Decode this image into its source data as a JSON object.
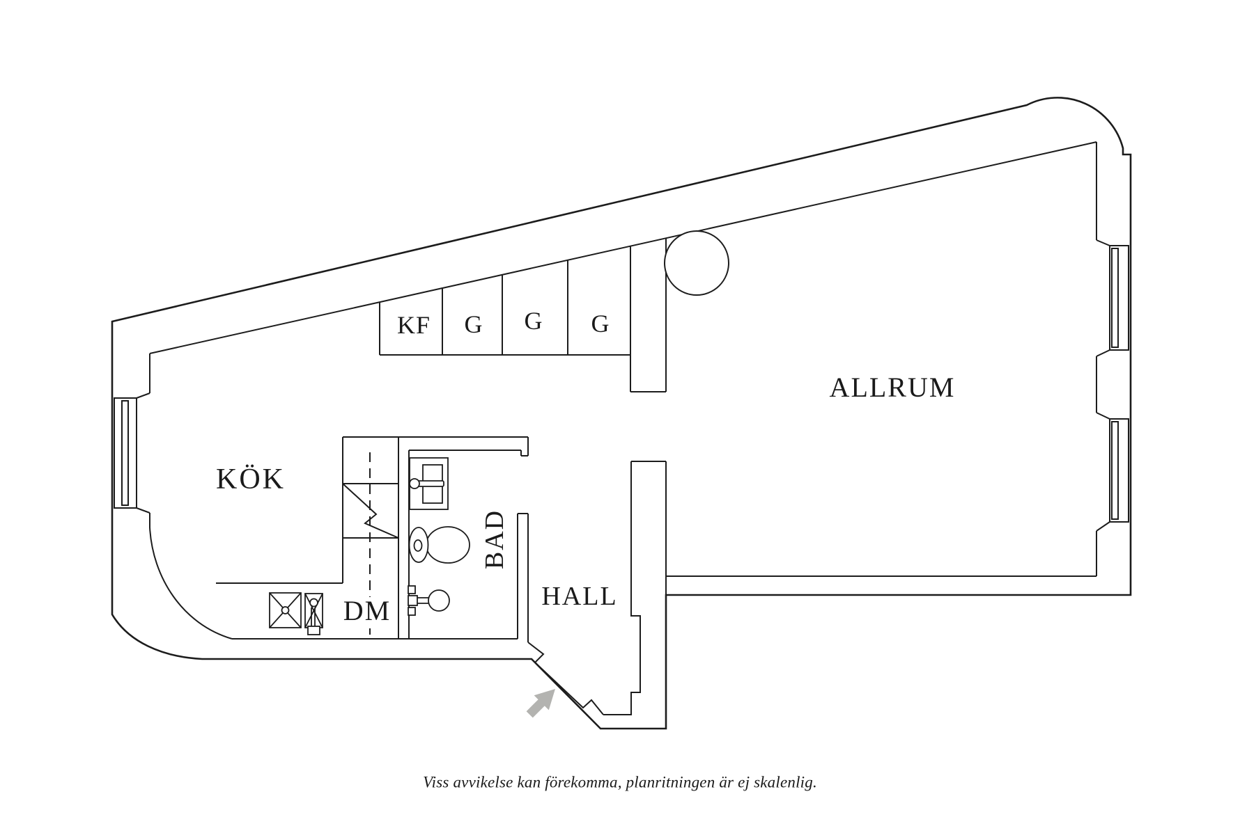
{
  "title": "Apartment floor plan",
  "colors": {
    "background": "#ffffff",
    "line": "#1c1c1c",
    "arrow_fill": "#b3b3b0"
  },
  "rooms": {
    "kok": {
      "label": "KÖK"
    },
    "allrum": {
      "label": "ALLRUM"
    },
    "bad": {
      "label": "BAD"
    },
    "hall": {
      "label": "HALL"
    },
    "dm": {
      "label": "DM"
    }
  },
  "closets": [
    {
      "label": "KF"
    },
    {
      "label": "G"
    },
    {
      "label": "G"
    },
    {
      "label": "G"
    }
  ],
  "icons": {
    "entrance_arrow": "northeast-arrow",
    "stove": "stove-symbol",
    "kitchen_sink": "sink-symbol",
    "bath_sink": "wall-sink-symbol",
    "toilet": "toilet-symbol",
    "wash_basin": "round-basin-symbol",
    "column": "round-column",
    "windows": "window-symbol"
  },
  "caption": "Viss avvikelse kan förekomma, planritningen är ej skalenlig."
}
